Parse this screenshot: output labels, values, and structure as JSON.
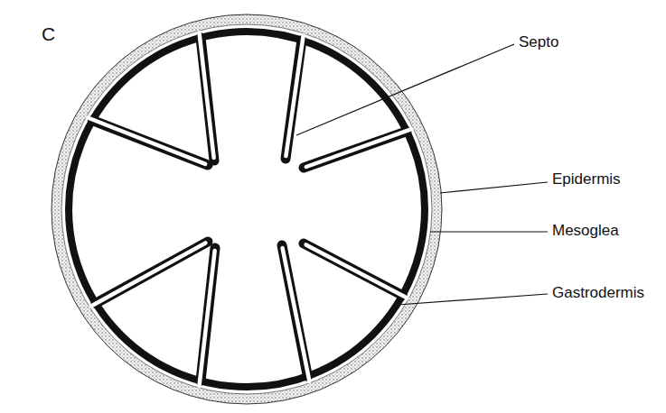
{
  "diagram": {
    "labels": [
      "C",
      "Septo",
      "Epidermis",
      "Mesoglea",
      "Gastrodermis"
    ]
  }
}
